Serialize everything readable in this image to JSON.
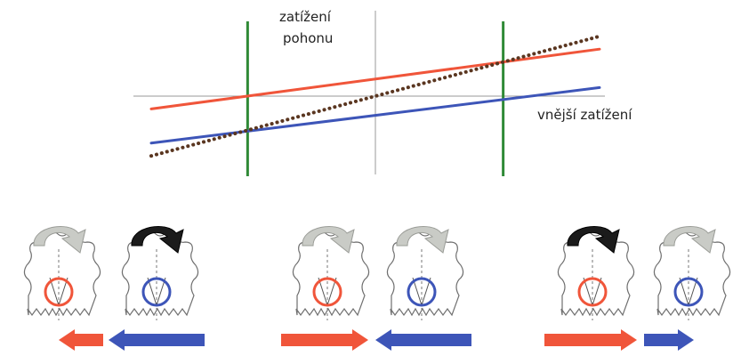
{
  "labels": {
    "y_axis": "zatížení pohonu",
    "y_axis_line1": "zatížení",
    "y_axis_line2": "pohonu",
    "x_axis": "vnější zatížení"
  },
  "colors": {
    "red": "#f0553a",
    "blue": "#3d55b8",
    "green": "#2f8a36",
    "dotted": "#5a3620",
    "arrow_light": "#c9cbc6",
    "arrow_dark": "#1b1b1b",
    "axis": "#9a9a9a"
  },
  "chart_data": {
    "type": "line",
    "xlabel": "vnější zatížení",
    "ylabel": "zatížení pohonu",
    "series": [
      {
        "color": "red",
        "style": "solid",
        "x": [
          -1.0,
          1.0
        ],
        "y": [
          -0.6,
          2.2
        ]
      },
      {
        "color": "blue",
        "style": "solid",
        "x": [
          -1.0,
          1.0
        ],
        "y": [
          -2.2,
          0.4
        ]
      },
      {
        "color": "brown",
        "style": "dotted",
        "x": [
          -1.0,
          1.0
        ],
        "y": [
          -2.8,
          2.8
        ]
      }
    ],
    "vertical_markers": [
      {
        "color": "green",
        "x": -0.57
      },
      {
        "color": "green",
        "x": 0.57
      }
    ]
  },
  "gear_groups": [
    {
      "pairs": [
        {
          "arrow_style": "light",
          "circle_color": "red"
        },
        {
          "arrow_style": "dark",
          "circle_color": "blue"
        }
      ],
      "linear_arrows": [
        {
          "color": "red",
          "direction": "left",
          "length": 1
        },
        {
          "color": "blue",
          "direction": "left",
          "length": 2
        }
      ]
    },
    {
      "pairs": [
        {
          "arrow_style": "light",
          "circle_color": "red"
        },
        {
          "arrow_style": "light",
          "circle_color": "blue"
        }
      ],
      "linear_arrows": [
        {
          "color": "red",
          "direction": "right",
          "length": 2
        },
        {
          "color": "blue",
          "direction": "left",
          "length": 2
        }
      ]
    },
    {
      "pairs": [
        {
          "arrow_style": "dark",
          "circle_color": "red"
        },
        {
          "arrow_style": "light",
          "circle_color": "blue"
        }
      ],
      "linear_arrows": [
        {
          "color": "red",
          "direction": "right",
          "length": 2
        },
        {
          "color": "blue",
          "direction": "right",
          "length": 1
        }
      ]
    }
  ]
}
